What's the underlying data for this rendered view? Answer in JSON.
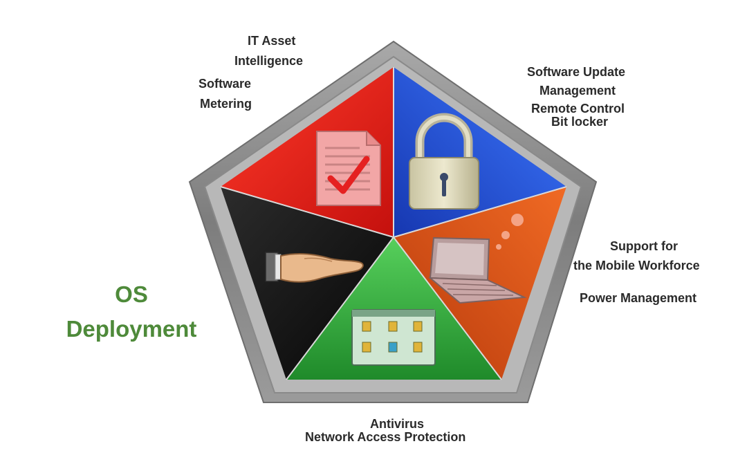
{
  "diagram": {
    "segments": [
      {
        "id": "top-left",
        "color": "#e8201c",
        "icon": "document-check-icon",
        "labels": [
          "IT Asset",
          "Intelligence",
          "Software",
          "Metering"
        ]
      },
      {
        "id": "top-right",
        "color": "#2a56d8",
        "icon": "padlock-icon",
        "labels": [
          "Software Update",
          "Management",
          "Remote Control",
          "Bit locker"
        ]
      },
      {
        "id": "right",
        "color": "#e0541a",
        "icon": "laptop-icon",
        "labels": [
          "Support for",
          "the Mobile Workforce",
          "Power Management"
        ]
      },
      {
        "id": "bottom",
        "color": "#2ea33a",
        "icon": "application-window-icon",
        "labels": [
          "Antivirus",
          "Network Access Protection"
        ]
      },
      {
        "id": "left",
        "color": "#151515",
        "icon": "open-hand-icon",
        "labels": [
          "OS",
          "Deployment"
        ]
      }
    ],
    "frame_color": "#8a8a8a",
    "os_label_color": "#4e8a3a"
  }
}
